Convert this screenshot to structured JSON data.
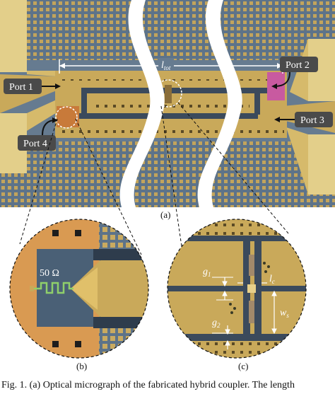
{
  "figure": {
    "panel_a": {
      "label": "(a)",
      "length_label_main": "l",
      "length_label_sub": "tot",
      "ports": [
        "Port 1",
        "Port 2",
        "Port 3",
        "Port 4"
      ]
    },
    "panel_b": {
      "label": "(b)",
      "resistor_label": "50 Ω"
    },
    "panel_c": {
      "label": "(c)",
      "dims": {
        "g1_main": "g",
        "g1_sub": "1",
        "lc_main": "l",
        "lc_sub": "c",
        "ws_main": "w",
        "ws_sub": "s",
        "g2_main": "g",
        "g2_sub": "2"
      }
    }
  },
  "caption": {
    "text": "Fig. 1.   (a) Optical micrograph of the fabricated hybrid coupler. The length"
  },
  "colors": {
    "substrate": "#5a6e83",
    "gold": "#c9a95a",
    "gold_light": "#d9bc6c",
    "dark_gap": "#3b4a5c",
    "port_pink": "#c85aa0",
    "label_box": "#4a4a4a"
  }
}
